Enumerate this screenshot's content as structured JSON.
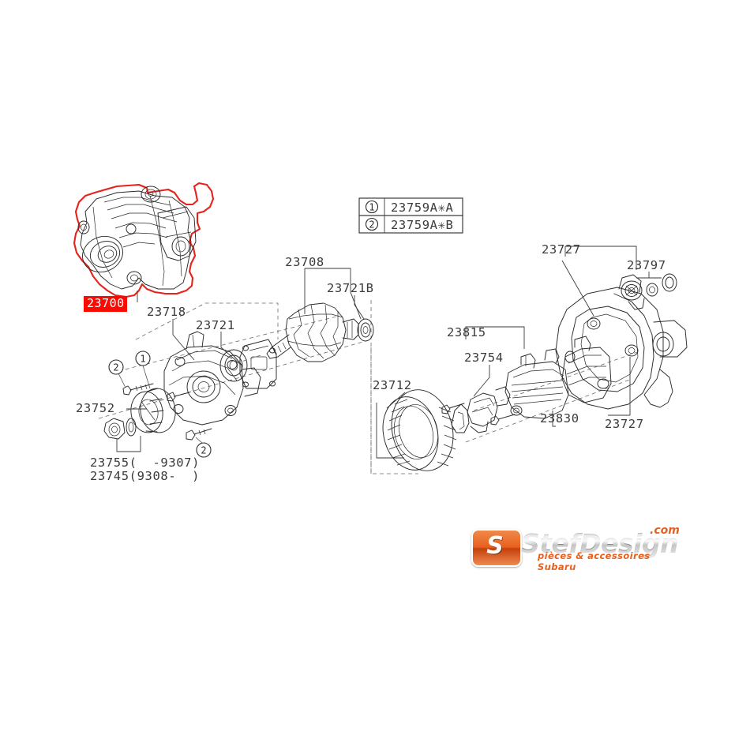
{
  "diagram": {
    "title": "Subaru Alternator Exploded Parts Diagram",
    "background_color": "#ffffff",
    "line_color": "#2b2b2b",
    "label_color": "#3a3a3a",
    "highlight_color": "#e5231b",
    "badge_color": "#fb0a02"
  },
  "highlight": {
    "badge_label": "23700",
    "description": "assembled alternator, outlined in red"
  },
  "legend": {
    "rows": [
      {
        "marker": "1",
        "part_number": "23759A✳A"
      },
      {
        "marker": "2",
        "part_number": "23759A✳B"
      }
    ]
  },
  "callouts": {
    "front_bracket": "23718",
    "front_bearing_plate": "23721",
    "pulley": "23752",
    "nut_early": "23755(  -9307)",
    "nut_late": "23745(9308-  )",
    "rotor": "23708",
    "rear_bearing": "23721B",
    "stator": "23712",
    "rear_cover_top": "23727",
    "terminal_kit": "23797",
    "regulator": "23815",
    "brush_holder": "23754",
    "rectifier": "23830",
    "rear_cover_bottom": "23727"
  },
  "markers": {
    "bolt_one": "1",
    "bolt_two_left": "2",
    "bolt_two_lower": "2"
  },
  "watermark": {
    "logo_letter": "S",
    "name": "StefDesign",
    "domain": ".com",
    "tagline": "pièces & accessoires Subaru"
  }
}
